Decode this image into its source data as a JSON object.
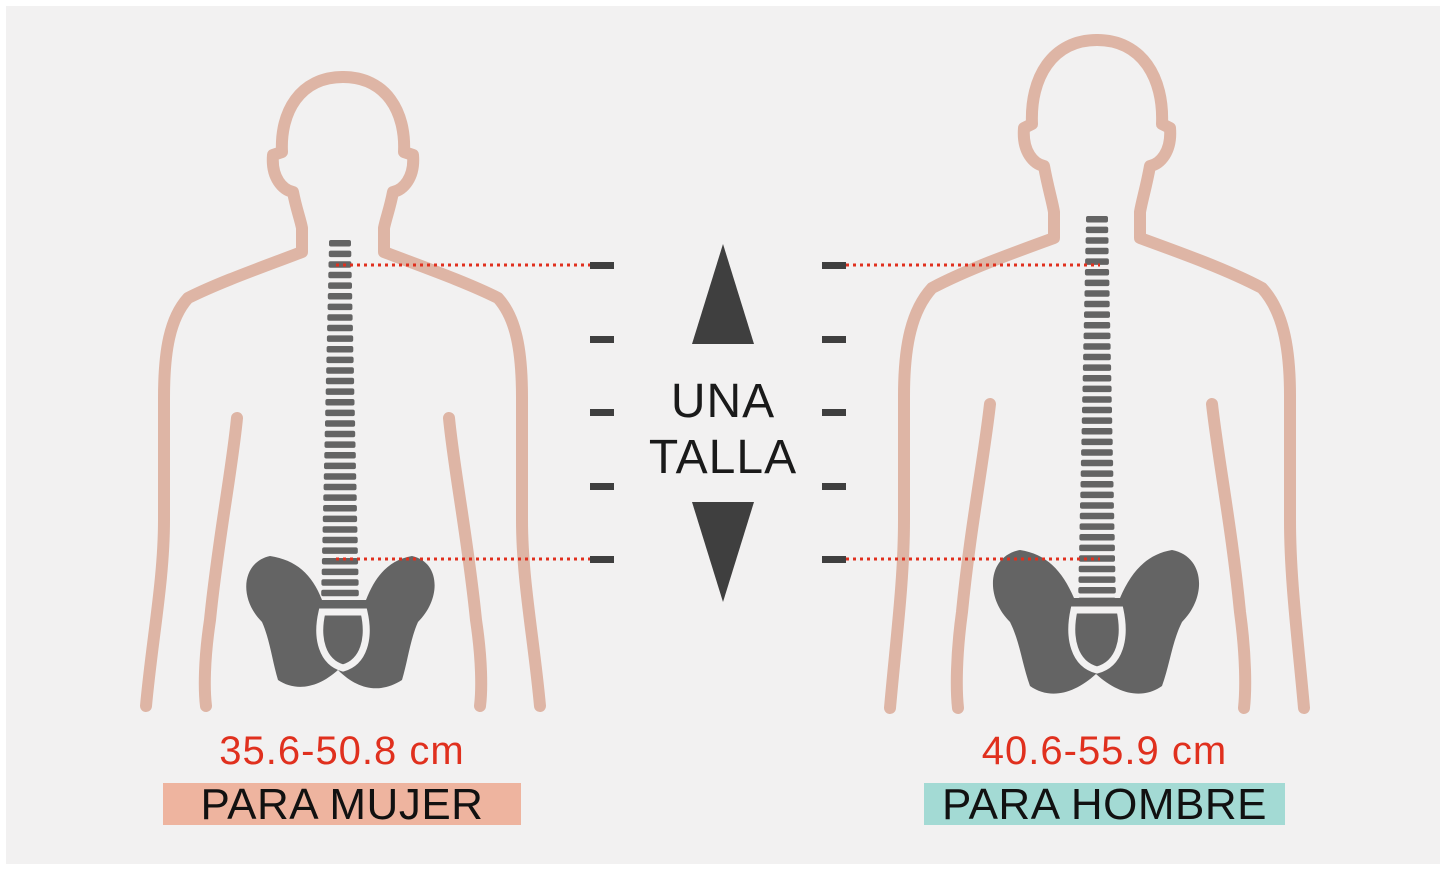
{
  "colors": {
    "background": "#f2f1f1",
    "frame": "#ffffff",
    "body_outline": "#deb5a5",
    "bone": "#646464",
    "measure_text": "#e0301e",
    "guide_line": "#e0301e",
    "ticks": "#3f3f3f",
    "arrows": "#3f3f3f",
    "female_label_bg": "#eeb49f",
    "male_label_bg": "#a3dad4"
  },
  "icons": {
    "up_arrow": "triangle-up-icon",
    "down_arrow": "triangle-down-icon"
  },
  "center": {
    "line1": "UNA",
    "line2": "TALLA"
  },
  "female": {
    "measurement": "35.6-50.8 cm",
    "label": "PARA MUJER"
  },
  "male": {
    "measurement": "40.6-55.9 cm",
    "label": "PARA HOMBRE"
  }
}
